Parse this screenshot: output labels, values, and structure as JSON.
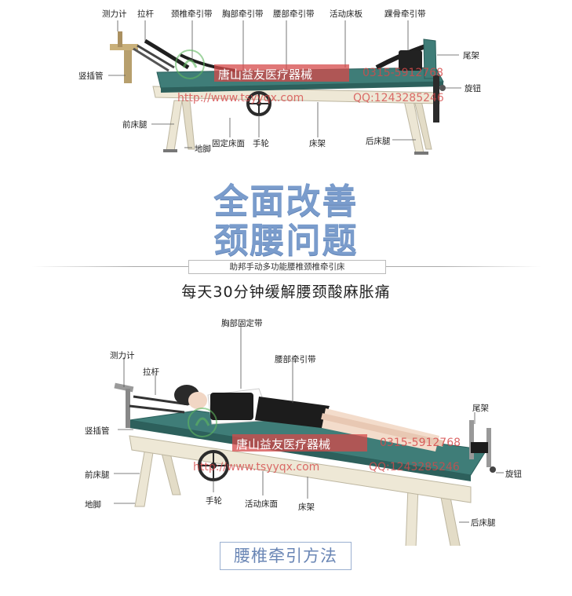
{
  "colors": {
    "bed_top": "#3f7d78",
    "frame": "#e8e2cf",
    "watermark_red": "#d54a4a",
    "title_blue": "#7a9ccc"
  },
  "diagram1": {
    "labels": {
      "dynamometer": "测力计",
      "pull_rod": "拉杆",
      "cervical_strap": "颈椎牵引带",
      "chest_strap": "胸部牵引带",
      "lumbar_strap": "腰部牵引带",
      "movable_board": "活动床板",
      "ankle_strap": "踝骨牵引带",
      "vertical_tube": "竖插管",
      "tail_frame": "尾架",
      "knob": "旋钮",
      "front_leg": "前床腿",
      "fixed_surface": "固定床面",
      "handwheel": "手轮",
      "bed_frame": "床架",
      "rear_leg": "后床腿",
      "foot": "地脚"
    }
  },
  "hero": {
    "title_line1": "全面改善",
    "title_line2": "颈腰问题",
    "product": "助邦手动多功能腰椎颈椎牵引床",
    "slogan": "每天30分钟缓解腰颈酸麻胀痛"
  },
  "diagram2": {
    "labels": {
      "chest_fix_strap": "胸部固定带",
      "dynamometer": "测力计",
      "lumbar_strap": "腰部牵引带",
      "pull_rod": "拉杆",
      "tail_frame": "尾架",
      "vertical_tube": "竖插管",
      "knob": "旋钮",
      "front_leg": "前床腿",
      "foot": "地脚",
      "handwheel": "手轮",
      "movable_surface": "活动床面",
      "bed_frame": "床架",
      "rear_leg": "后床腿"
    }
  },
  "watermark": {
    "company": "唐山益友医疗器械",
    "phone": "0315-5912768",
    "url": "http://www.tsyyqx.com",
    "qq": "QQ:1243285246"
  },
  "footer": {
    "method": "腰椎牵引方法"
  }
}
